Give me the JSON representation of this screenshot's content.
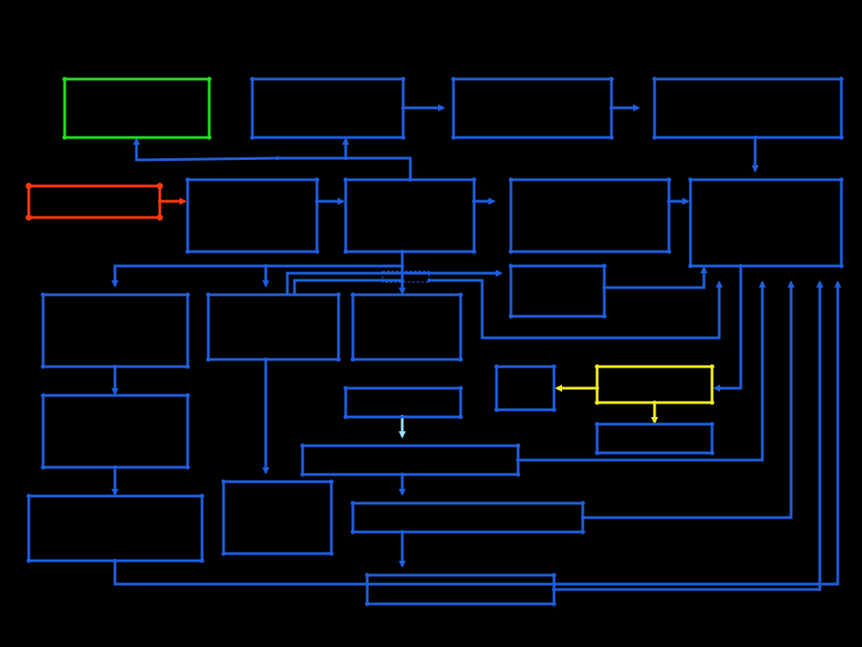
{
  "diagram": {
    "background_color": "#000000",
    "colors": {
      "default": "#1f5fe0",
      "start": "#22e01f",
      "source": "#ff3a10",
      "highlight": "#f5f01f",
      "light": "#9dd8ff"
    },
    "boxes": [
      {
        "id": "b1",
        "color": "start"
      },
      {
        "id": "b2",
        "color": "default"
      },
      {
        "id": "b3",
        "color": "default"
      },
      {
        "id": "b4",
        "color": "default"
      },
      {
        "id": "b5",
        "color": "source"
      },
      {
        "id": "b6",
        "color": "default"
      },
      {
        "id": "b7",
        "color": "default"
      },
      {
        "id": "b8",
        "color": "default"
      },
      {
        "id": "b9",
        "color": "default"
      },
      {
        "id": "b10",
        "color": "default"
      },
      {
        "id": "b11",
        "color": "default"
      },
      {
        "id": "b12",
        "color": "default"
      },
      {
        "id": "b13",
        "color": "default"
      },
      {
        "id": "b14",
        "color": "default"
      },
      {
        "id": "b15",
        "color": "default"
      },
      {
        "id": "b16",
        "color": "highlight"
      },
      {
        "id": "b17",
        "color": "default"
      },
      {
        "id": "b18",
        "color": "default"
      },
      {
        "id": "b19",
        "color": "default"
      },
      {
        "id": "b20",
        "color": "default"
      },
      {
        "id": "b21",
        "color": "default"
      },
      {
        "id": "b22",
        "color": "default"
      },
      {
        "id": "b23",
        "color": "default"
      }
    ]
  }
}
